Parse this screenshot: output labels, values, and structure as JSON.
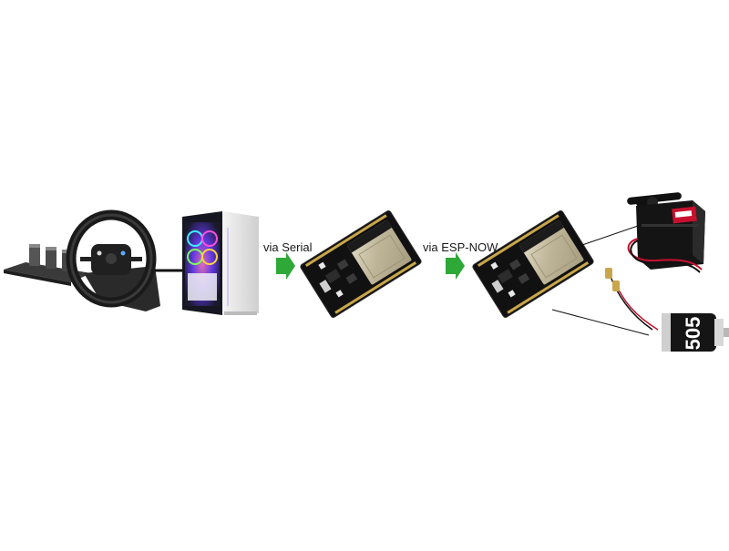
{
  "labels": {
    "link_1": "via Serial",
    "link_2": "via ESP-NOW"
  },
  "motor_print": "505",
  "colors": {
    "arrow": "#2ea836",
    "board": "#111111",
    "module_metal": "#c8bfa2",
    "servo_red": "#c8102e"
  }
}
